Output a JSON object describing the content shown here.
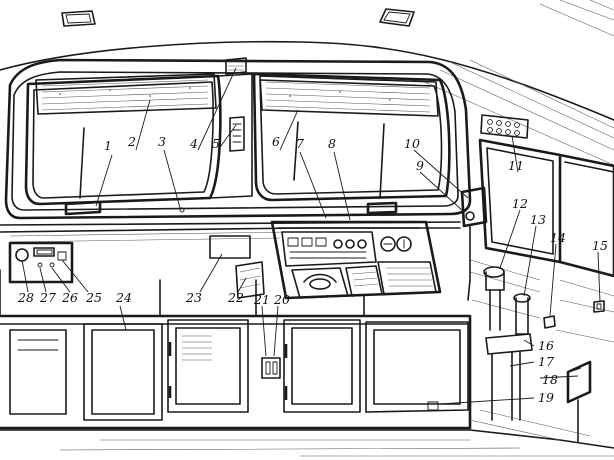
{
  "labels": [
    {
      "id": "1",
      "text": "1"
    },
    {
      "id": "2",
      "text": "2"
    },
    {
      "id": "3",
      "text": "3"
    },
    {
      "id": "4",
      "text": "4"
    },
    {
      "id": "5",
      "text": "5"
    },
    {
      "id": "6",
      "text": "6"
    },
    {
      "id": "7",
      "text": "7"
    },
    {
      "id": "8",
      "text": "8"
    },
    {
      "id": "9",
      "text": "9"
    },
    {
      "id": "10",
      "text": "10"
    },
    {
      "id": "11",
      "text": "11"
    },
    {
      "id": "12",
      "text": "12"
    },
    {
      "id": "13",
      "text": "13"
    },
    {
      "id": "14",
      "text": "14"
    },
    {
      "id": "15",
      "text": "15"
    },
    {
      "id": "16",
      "text": "16"
    },
    {
      "id": "17",
      "text": "17"
    },
    {
      "id": "18",
      "text": "18"
    },
    {
      "id": "19",
      "text": "19"
    },
    {
      "id": "20",
      "text": "20"
    },
    {
      "id": "21",
      "text": "21"
    },
    {
      "id": "22",
      "text": "22"
    },
    {
      "id": "23",
      "text": "23"
    },
    {
      "id": "24",
      "text": "24"
    },
    {
      "id": "25",
      "text": "25"
    },
    {
      "id": "26",
      "text": "26"
    },
    {
      "id": "27",
      "text": "27"
    },
    {
      "id": "28",
      "text": "28"
    }
  ],
  "style": {
    "line_color": "#1a1a1a",
    "background": "#ffffff"
  }
}
